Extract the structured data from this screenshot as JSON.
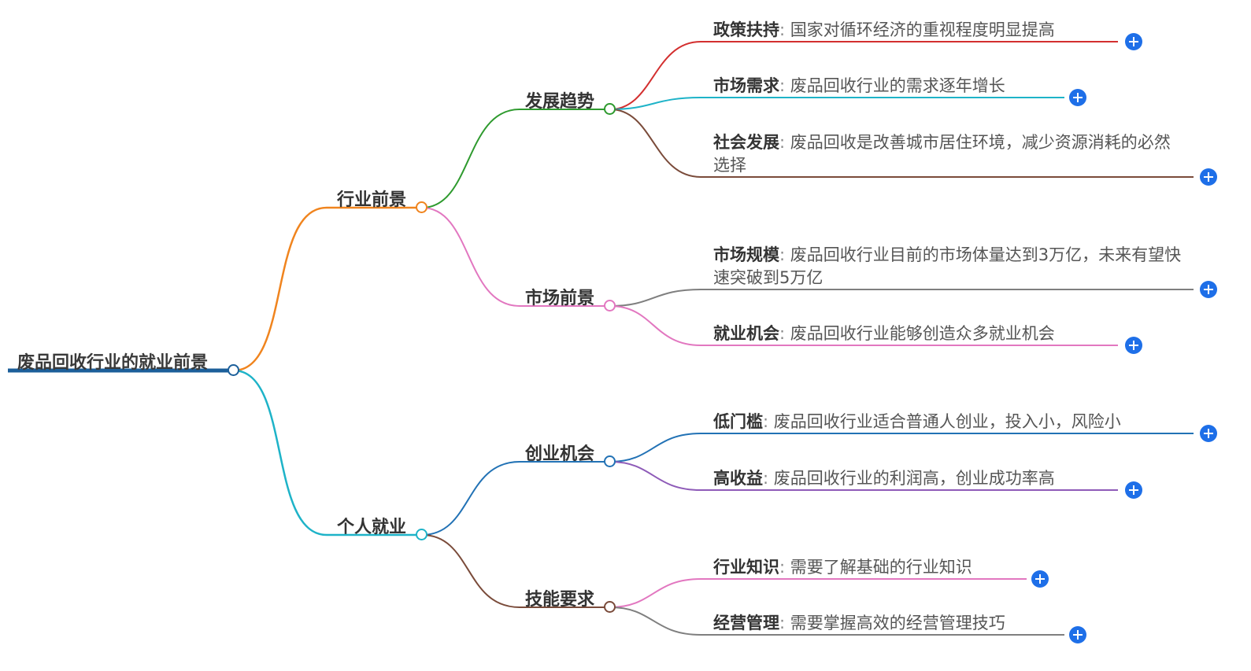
{
  "root": {
    "label": "废品回收行业的就业前景"
  },
  "branches": [
    {
      "label": "行业前景",
      "children": [
        {
          "label": "发展趋势",
          "children": [
            {
              "key": "政策扶持",
              "text": "国家对循环经济的重视程度明显提高"
            },
            {
              "key": "市场需求",
              "text": "废品回收行业的需求逐年增长"
            },
            {
              "key": "社会发展",
              "text": "废品回收是改善城市居住环境，减少资源消耗的必然选择"
            }
          ]
        },
        {
          "label": "市场前景",
          "children": [
            {
              "key": "市场规模",
              "text": "废品回收行业目前的市场体量达到3万亿，未来有望快速突破到5万亿"
            },
            {
              "key": "就业机会",
              "text": "废品回收行业能够创造众多就业机会"
            }
          ]
        }
      ]
    },
    {
      "label": "个人就业",
      "children": [
        {
          "label": "创业机会",
          "children": [
            {
              "key": "低门槛",
              "text": "废品回收行业适合普通人创业，投入小，风险小"
            },
            {
              "key": "高收益",
              "text": "废品回收行业的利润高，创业成功率高"
            }
          ]
        },
        {
          "label": "技能要求",
          "children": [
            {
              "key": "行业知识",
              "text": "需要了解基础的行业知识"
            },
            {
              "key": "经营管理",
              "text": "需要掌握高效的经营管理技巧"
            }
          ]
        }
      ]
    }
  ],
  "colors": {
    "root": "#1c5f9a",
    "branch_industry": "#f0841e",
    "branch_personal": "#1eb3c8",
    "trend": "#2e9a2e",
    "market": "#e277c0",
    "startup": "#2272b5",
    "skills": "#7a4b3a",
    "policy": "#d32f2f",
    "demand": "#1eb3c8",
    "society": "#7a4b3a",
    "scale": "#7f7f7f",
    "jobs": "#e277c0",
    "low_barrier": "#2272b5",
    "high_return": "#8e5bb8",
    "knowledge": "#e277c0",
    "management": "#7f7f7f",
    "expand_button": "#1e6fe8"
  },
  "icons": {
    "expand": "plus-circle-icon"
  },
  "separator": ": "
}
